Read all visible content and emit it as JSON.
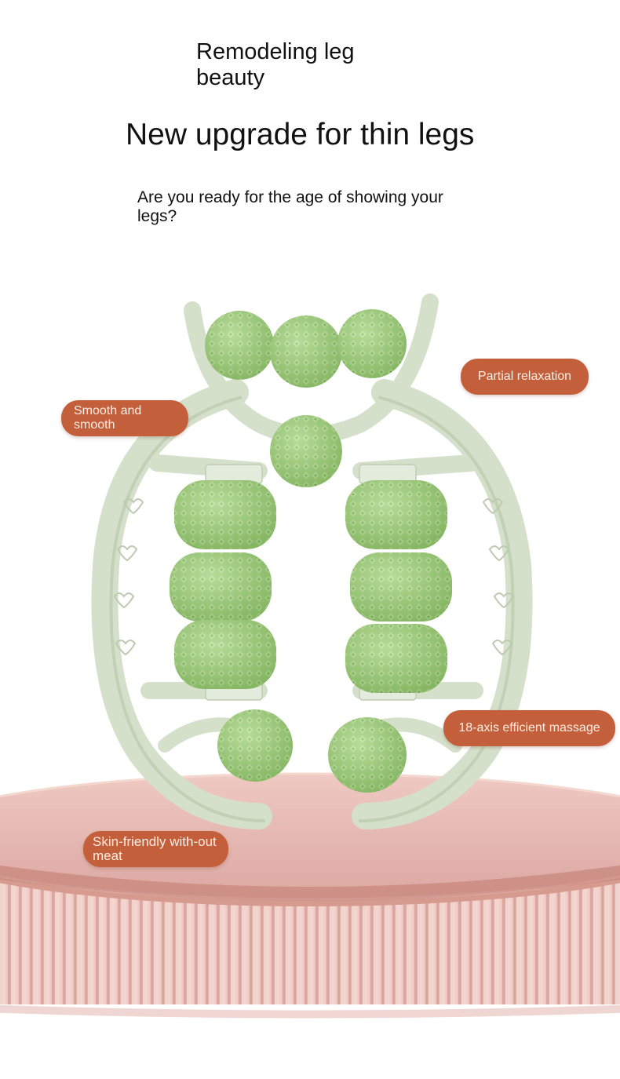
{
  "headlines": {
    "top": "Remodeling leg beauty",
    "main": "New upgrade for thin legs",
    "sub": "Are you ready for the age of showing your legs?"
  },
  "features": {
    "smooth": "Smooth and smooth",
    "relaxation": "Partial relaxation",
    "massage": "18-axis efficient massage",
    "skin": "Skin-friendly with-out meat"
  },
  "colors": {
    "badge": "#c3603b",
    "roller": "#9ed07a",
    "frame": "#d6e2cc",
    "pedestal": "#e6b3ad"
  }
}
